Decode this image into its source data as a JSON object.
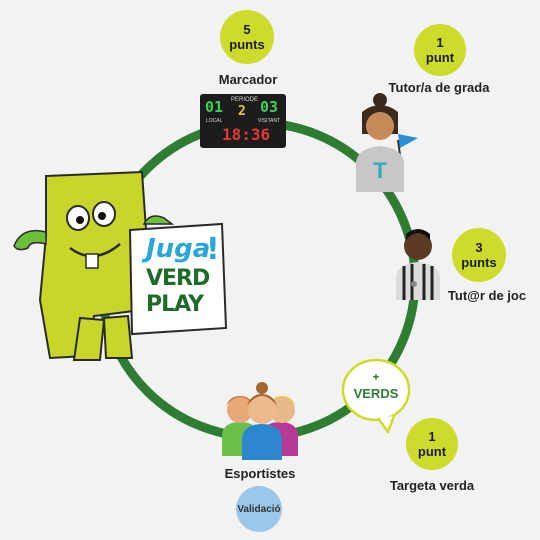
{
  "bubbles": {
    "marcador": {
      "value": "5",
      "unit": "punts"
    },
    "tutor_grada": {
      "value": "1",
      "unit": "punt"
    },
    "tutor_joc": {
      "value": "3",
      "unit": "punts"
    },
    "targeta": {
      "value": "1",
      "unit": "punt"
    }
  },
  "labels": {
    "marcador": "Marcador",
    "tutor_grada": "Tutor/a de grada",
    "tutor_joc": "Tut@r de joc",
    "esportistes": "Esportistes",
    "targeta": "Targeta verda"
  },
  "scoreboard": {
    "periode_label": "PERIODE",
    "local_label": "LOCAL",
    "visitant_label": "VISITANT",
    "local_score": "01",
    "periode": "2",
    "visitant_score": "03",
    "clock": "18:36"
  },
  "speech": {
    "plus": "+",
    "word": "VERDS"
  },
  "logo": {
    "line1": "Juga",
    "line2": "VERD",
    "line3": "PLAY",
    "mark": "!"
  },
  "validacio": "Validació",
  "colors": {
    "ring": "#2e7d32",
    "bubble": "#cddb2c",
    "mascot": "#c8d62a",
    "logo_blue": "#2aa6d8",
    "logo_green": "#1f6b2a",
    "validacio": "#9bc8ea"
  }
}
